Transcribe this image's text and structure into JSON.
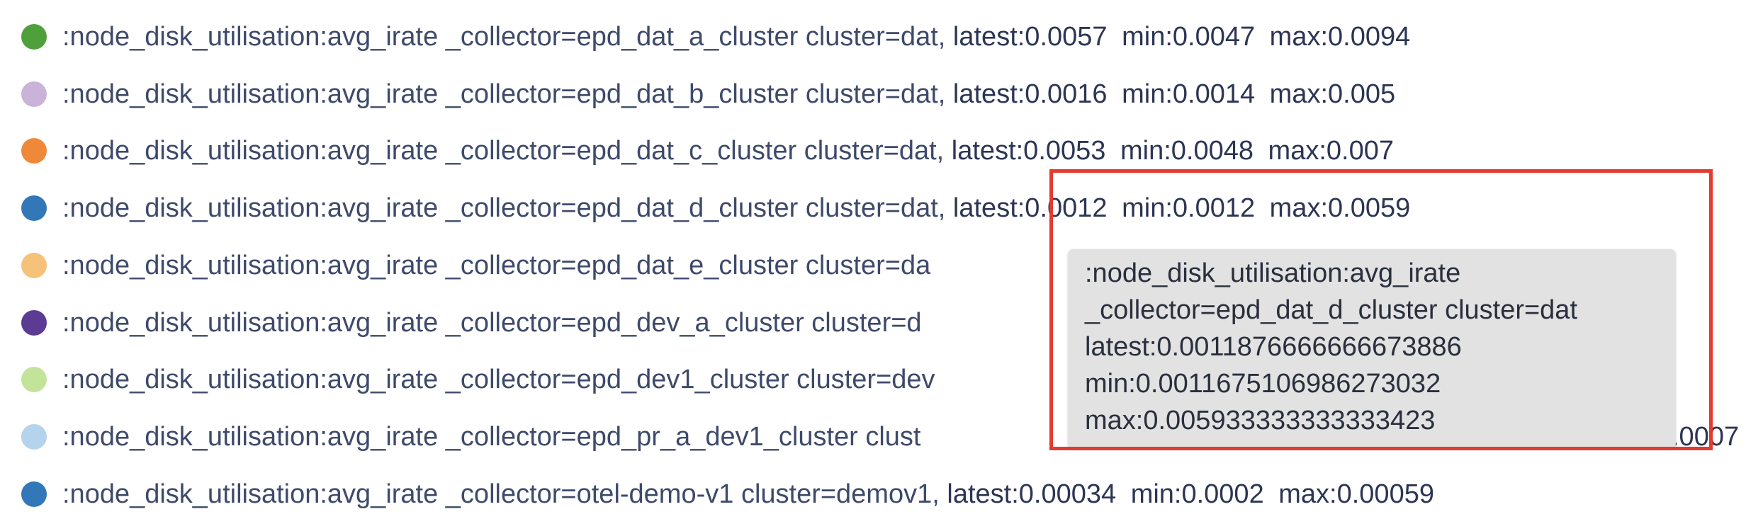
{
  "legend": {
    "items": [
      {
        "color": "#4ea13a",
        "name": ":node_disk_utilisation:avg_irate _collector=epd_dat_a_cluster cluster=dat,",
        "latest": "latest:0.0057",
        "min": "min:0.0047",
        "max": "max:0.0094"
      },
      {
        "color": "#c9b3d9",
        "name": ":node_disk_utilisation:avg_irate _collector=epd_dat_b_cluster cluster=dat,",
        "latest": "latest:0.0016",
        "min": "min:0.0014",
        "max": "max:0.005"
      },
      {
        "color": "#f0883a",
        "name": ":node_disk_utilisation:avg_irate _collector=epd_dat_c_cluster cluster=dat,",
        "latest": "latest:0.0053",
        "min": "min:0.0048",
        "max": "max:0.007"
      },
      {
        "color": "#3278b8",
        "name": ":node_disk_utilisation:avg_irate _collector=epd_dat_d_cluster cluster=dat,",
        "latest": "latest:0.0012",
        "min": "min:0.0012",
        "max": "max:0.0059"
      },
      {
        "color": "#f6c27a",
        "name": ":node_disk_utilisation:avg_irate _collector=epd_dat_e_cluster cluster=da",
        "latest": "",
        "min": "",
        "max": ""
      },
      {
        "color": "#5b3b93",
        "name": ":node_disk_utilisation:avg_irate _collector=epd_dev_a_cluster cluster=d",
        "latest": "",
        "min": "",
        "max": ""
      },
      {
        "color": "#c2e39a",
        "name": ":node_disk_utilisation:avg_irate _collector=epd_dev1_cluster cluster=dev",
        "latest": "",
        "min": "",
        "max": ""
      },
      {
        "color": "#b5d3ea",
        "name": ":node_disk_utilisation:avg_irate _collector=epd_pr_a_dev1_cluster clust",
        "latest": "",
        "min": "",
        "max": "",
        "trailing": ".0007"
      },
      {
        "color": "#3278b8",
        "name": ":node_disk_utilisation:avg_irate _collector=otel-demo-v1 cluster=demov1,",
        "latest": "latest:0.00034",
        "min": "min:0.0002",
        "max": "max:0.00059"
      }
    ]
  },
  "tooltip": {
    "lines": [
      ":node_disk_utilisation:avg_irate",
      "_collector=epd_dat_d_cluster cluster=dat",
      "latest:0.0011876666666673886",
      "min:0.0011675106986273032",
      "max:0.005933333333333423"
    ]
  },
  "highlight": {
    "color": "#e53a2f"
  }
}
